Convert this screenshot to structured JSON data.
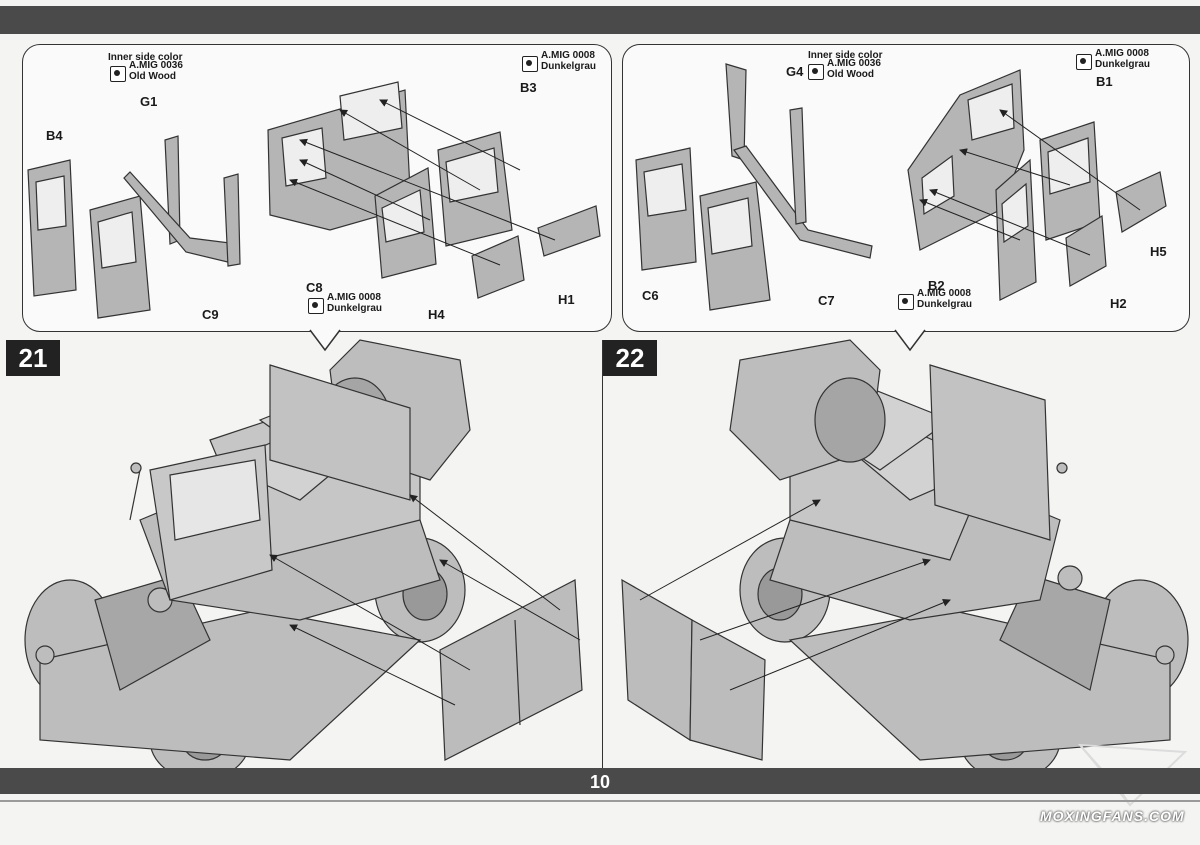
{
  "page": {
    "number": "10"
  },
  "steps": [
    {
      "number": "21",
      "inner_side_label": "Inner side color",
      "inner_paint": {
        "code": "A.MIG 0036",
        "name": "Old Wood"
      },
      "paint_b3": {
        "code": "A.MIG 0008",
        "name": "Dunkelgrau"
      },
      "paint_c8": {
        "code": "A.MIG 0008",
        "name": "Dunkelgrau"
      },
      "parts": [
        "B4",
        "G1",
        "B3",
        "C8",
        "C9",
        "H4",
        "H1"
      ]
    },
    {
      "number": "22",
      "inner_side_label": "Inner side color",
      "inner_paint": {
        "code": "A.MIG 0036",
        "name": "Old Wood"
      },
      "paint_b1": {
        "code": "A.MIG 0008",
        "name": "Dunkelgrau"
      },
      "paint_b2": {
        "code": "A.MIG 0008",
        "name": "Dunkelgrau"
      },
      "parts": [
        "G4",
        "B1",
        "C6",
        "C7",
        "B2",
        "H5",
        "H2"
      ]
    }
  ],
  "watermark": {
    "text": "MOXINGFANS.COM",
    "icon": "paper-plane-icon"
  },
  "colors": {
    "bar": "#4a4a4a",
    "part_fill": "#b8b8b8",
    "line": "#333333"
  }
}
